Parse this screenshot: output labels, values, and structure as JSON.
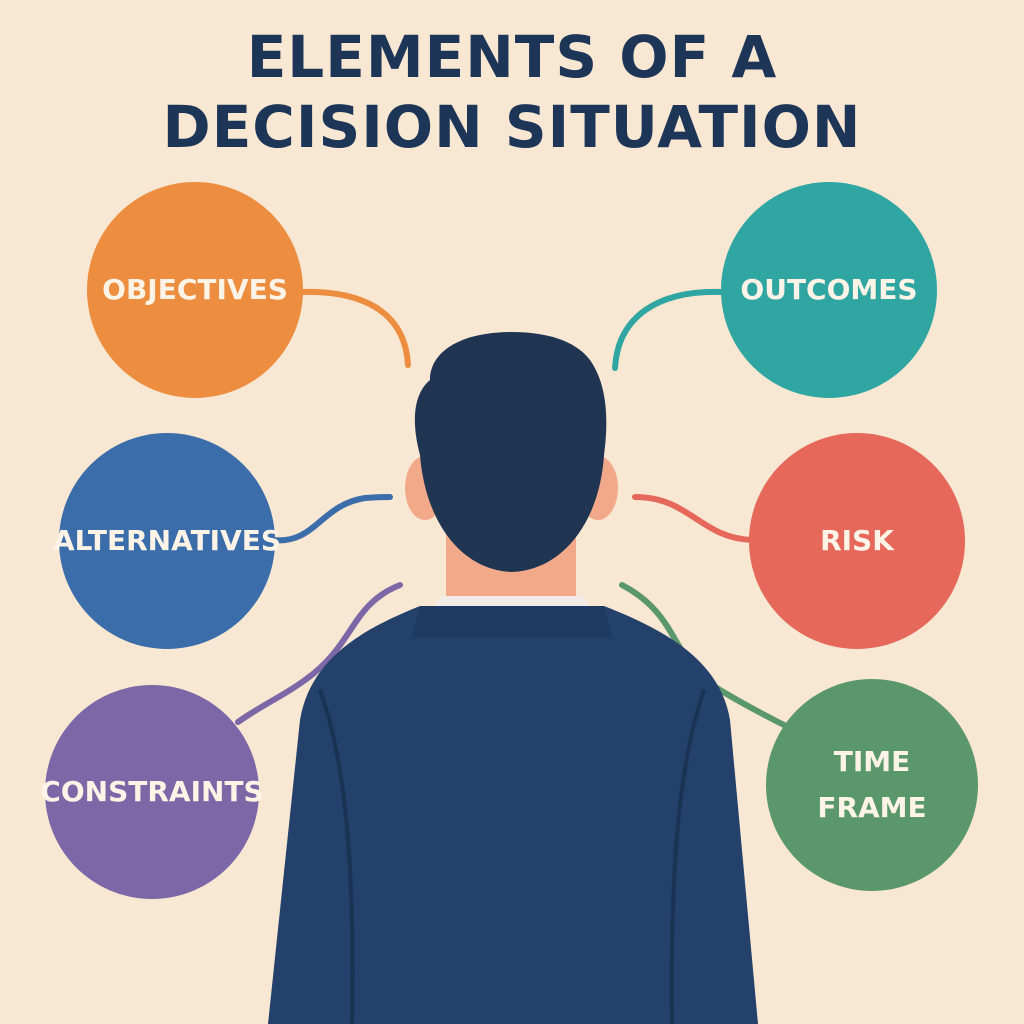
{
  "title": {
    "line1": "ELEMENTS OF A",
    "line2": "DECISION SITUATION"
  },
  "elements": {
    "objectives": {
      "label": "OBJECTIVES",
      "color": "#ec8d3f"
    },
    "outcomes": {
      "label": "OUTCOMES",
      "color": "#30a6a2"
    },
    "alternatives": {
      "label": "ALTERNATIVES",
      "color": "#3a6daa"
    },
    "risk": {
      "label": "RISK",
      "color": "#e5685a"
    },
    "constraints": {
      "label": "CONSTRAINTS",
      "color": "#7c68a6"
    },
    "time_frame": {
      "label_line1": "TIME",
      "label_line2": "FRAME",
      "color": "#5a976a"
    }
  },
  "figure": {
    "icon": "person-back-view-icon",
    "suit_color": "#23416b",
    "hair_color": "#1f3552",
    "skin_color": "#f1a98a"
  }
}
